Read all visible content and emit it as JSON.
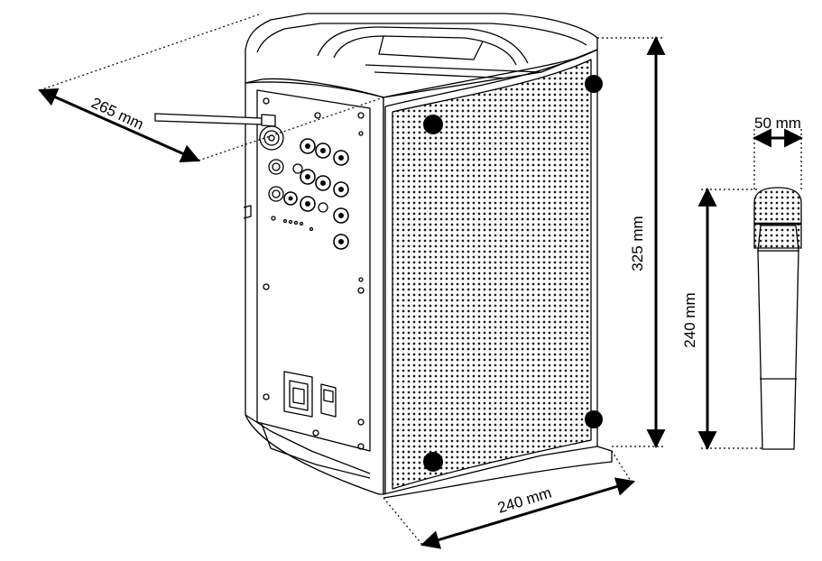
{
  "dimensions": {
    "depth": {
      "label": "265 mm"
    },
    "height": {
      "label": "325 mm"
    },
    "width": {
      "label": "240 mm"
    },
    "mic_diameter": {
      "label": "50 mm"
    },
    "mic_length": {
      "label": "240 mm"
    }
  },
  "colors": {
    "line": "#000000",
    "grille_dot": "#1a1a1a",
    "background": "#ffffff"
  }
}
